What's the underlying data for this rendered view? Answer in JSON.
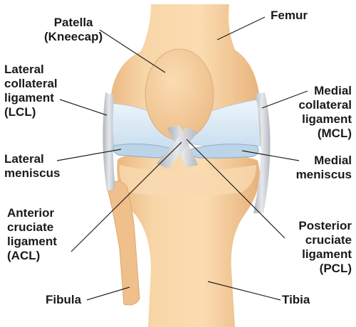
{
  "labels": {
    "patella": "Patella\n(Kneecap)",
    "femur": "Femur",
    "lcl": "Lateral\ncollateral\nligament\n(LCL)",
    "mcl": "Medial\ncollateral\nligament\n(MCL)",
    "lateral_meniscus": "Lateral\nmeniscus",
    "medial_meniscus": "Medial\nmeniscus",
    "acl": "Anterior\ncruciate\nligament\n(ACL)",
    "pcl": "Posterior\ncruciate\nligament\n(PCL)",
    "fibula": "Fibula",
    "tibia": "Tibia"
  },
  "colors": {
    "bone": "#f6cf9c",
    "bone_shadow": "#e8b47c",
    "cartilage": "#dcebf7",
    "meniscus": "#b9d3e6",
    "ligament": "#c9ccd1",
    "leader_line": "#222222",
    "text": "#1a1a1a"
  }
}
